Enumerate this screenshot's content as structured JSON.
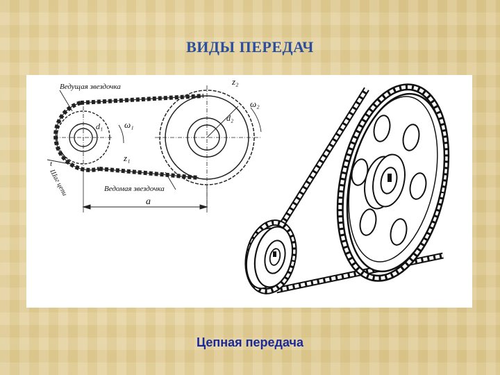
{
  "slide": {
    "title": "ВИДЫ ПЕРЕДАЧ",
    "caption": "Цепная передача"
  },
  "diagram": {
    "labels": {
      "driving_sprocket": "Ведущая звездочка",
      "driven_sprocket": "Ведомая звездочка",
      "z2": "z₂",
      "z1": "z₁",
      "d2": "d₂",
      "d1": "d₁",
      "omega2": "ω₂",
      "omega1": "ω₁",
      "center_distance": "a",
      "pitch": "t",
      "chain_pitch": "Шаг цепи"
    }
  }
}
